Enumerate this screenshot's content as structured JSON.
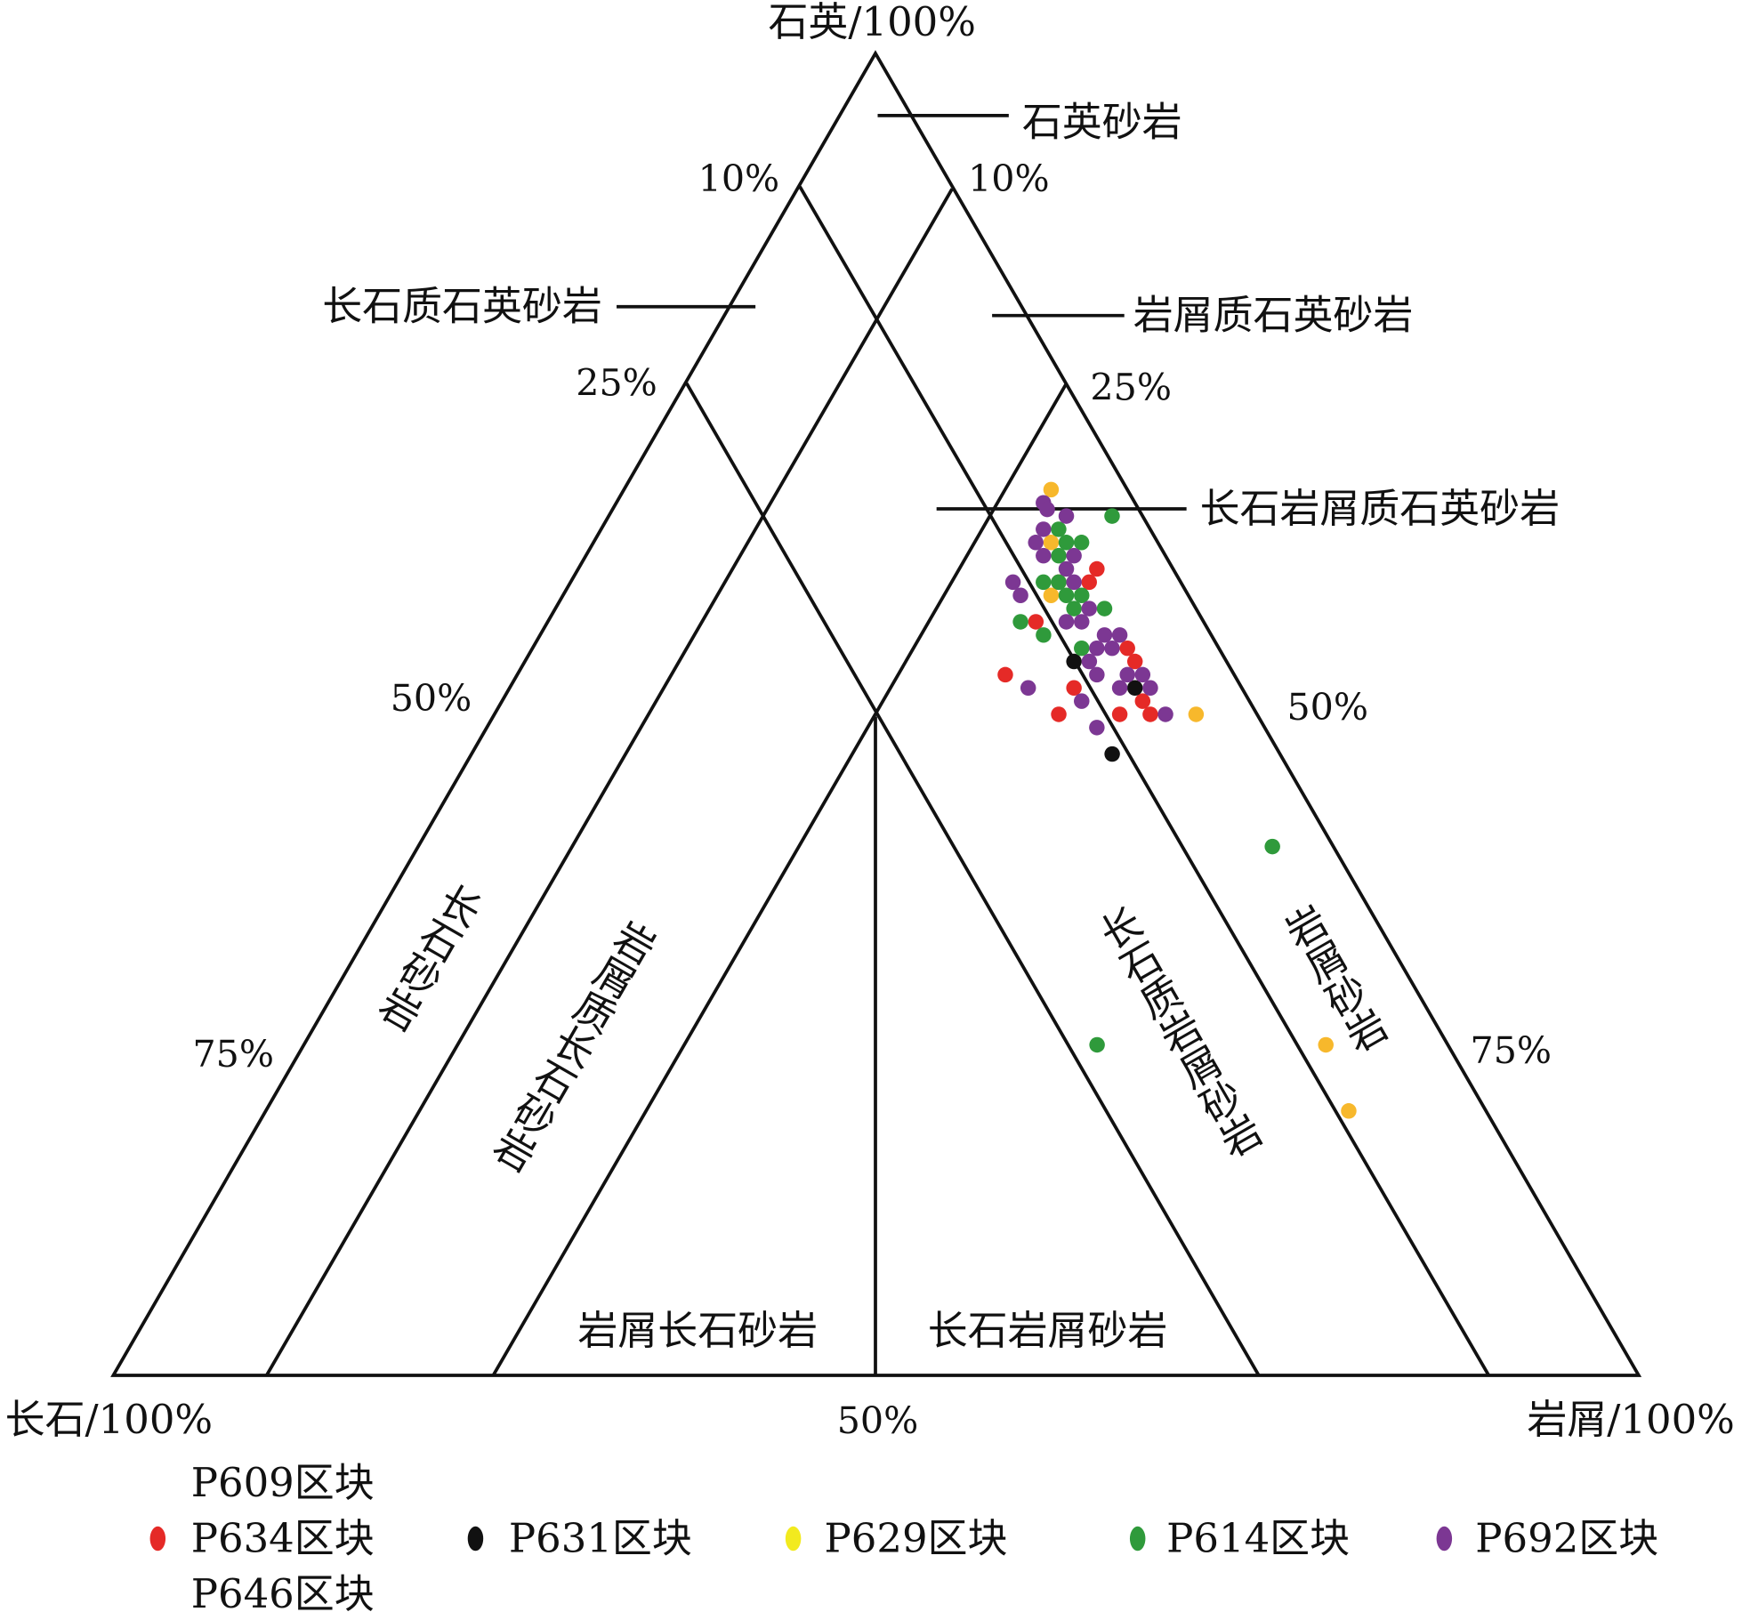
{
  "chart_data": {
    "type": "ternary",
    "vertices": {
      "top": "石英/100%",
      "left": "长石/100%",
      "right": "岩屑/100%"
    },
    "tick_labels": {
      "left_10": "10%",
      "right_10": "10%",
      "left_25": "25%",
      "right_25": "25%",
      "left_50": "50%",
      "right_50": "50%",
      "left_75": "75%",
      "right_75": "75%",
      "bottom_50": "50%"
    },
    "regions": {
      "quartz_sandstone": "石英砂岩",
      "feldspathic_quartz_sandstone": "长石质石英砂岩",
      "lithic_quartz_sandstone": "岩屑质石英砂岩",
      "feldspathic_lithic_quartz_sandstone": "长石岩屑质石英砂岩",
      "arkose": "长石砂岩",
      "lithic_arkose": "岩屑质长石砂岩",
      "feldspathic_litharenite": "长石质岩屑砂岩",
      "litharenite": "岩屑砂岩",
      "lithic_feldspar_sandstone": "岩屑长石砂岩",
      "feldspar_lithic_sandstone": "长石岩屑砂岩"
    },
    "point_order": [
      "quartz",
      "feldspar",
      "lithic"
    ],
    "series": [
      {
        "name": "P609区块 / P634区块 / P646区块",
        "legend": [
          "P609区块",
          "P634区块",
          "P646区块"
        ],
        "color": "#e52a27",
        "points": [
          [
            61,
            5,
            34
          ],
          [
            60,
            6,
            34
          ],
          [
            60,
            8,
            32
          ],
          [
            57,
            11,
            32
          ],
          [
            55,
            6,
            39
          ],
          [
            54,
            6,
            40
          ],
          [
            53,
            15,
            32
          ],
          [
            52,
            11,
            37
          ],
          [
            51,
            7,
            42
          ],
          [
            50,
            13,
            37
          ],
          [
            50,
            9,
            41
          ],
          [
            50,
            7,
            43
          ]
        ]
      },
      {
        "name": "P631区块",
        "legend": [
          "P631区块"
        ],
        "color": "#111111",
        "points": [
          [
            54,
            10,
            36
          ],
          [
            52,
            7,
            41
          ],
          [
            47,
            11,
            42
          ]
        ]
      },
      {
        "name": "P629区块",
        "legend": [
          "P629区块"
        ],
        "color": "#f7b82c",
        "legend_color": "#f2ea1e",
        "points": [
          [
            67,
            5,
            28
          ],
          [
            63,
            7,
            30
          ],
          [
            59,
            9,
            32
          ],
          [
            50,
            4,
            46
          ],
          [
            25,
            8,
            67
          ],
          [
            20,
            9,
            71
          ]
        ]
      },
      {
        "name": "P614区块",
        "legend": [
          "P614区块"
        ],
        "color": "#2f9a3b",
        "points": [
          [
            65,
            2,
            33
          ],
          [
            64,
            6,
            30
          ],
          [
            63,
            6,
            31
          ],
          [
            63,
            5,
            32
          ],
          [
            62,
            7,
            31
          ],
          [
            60,
            9,
            31
          ],
          [
            60,
            8,
            32
          ],
          [
            59,
            8,
            33
          ],
          [
            59,
            7,
            34
          ],
          [
            58,
            8,
            34
          ],
          [
            58,
            6,
            36
          ],
          [
            57,
            12,
            31
          ],
          [
            56,
            11,
            33
          ],
          [
            55,
            9,
            36
          ],
          [
            40,
            4,
            56
          ],
          [
            25,
            23,
            52
          ]
        ]
      },
      {
        "name": "P692区块",
        "legend": [
          "P692区块"
        ],
        "color": "#7c3793",
        "points": [
          [
            66,
            6,
            28
          ],
          [
            65.5,
            6,
            28.5
          ],
          [
            65,
            5,
            30
          ],
          [
            64,
            7,
            29
          ],
          [
            63,
            8,
            29
          ],
          [
            62,
            8,
            30
          ],
          [
            62,
            6,
            32
          ],
          [
            61,
            7,
            32
          ],
          [
            60,
            7,
            33
          ],
          [
            60,
            11,
            29
          ],
          [
            59,
            11,
            30
          ],
          [
            58,
            7,
            35
          ],
          [
            57,
            9,
            34
          ],
          [
            57,
            8,
            35
          ],
          [
            56,
            7,
            37
          ],
          [
            56,
            6,
            38
          ],
          [
            55,
            8,
            37
          ],
          [
            55,
            7,
            38
          ],
          [
            54,
            9,
            37
          ],
          [
            53,
            9,
            38
          ],
          [
            53,
            7,
            40
          ],
          [
            53,
            6,
            41
          ],
          [
            52,
            14,
            34
          ],
          [
            52,
            8,
            40
          ],
          [
            52,
            6,
            42
          ],
          [
            51,
            11,
            38
          ],
          [
            50,
            6,
            44
          ],
          [
            49,
            11,
            40
          ]
        ]
      }
    ]
  }
}
